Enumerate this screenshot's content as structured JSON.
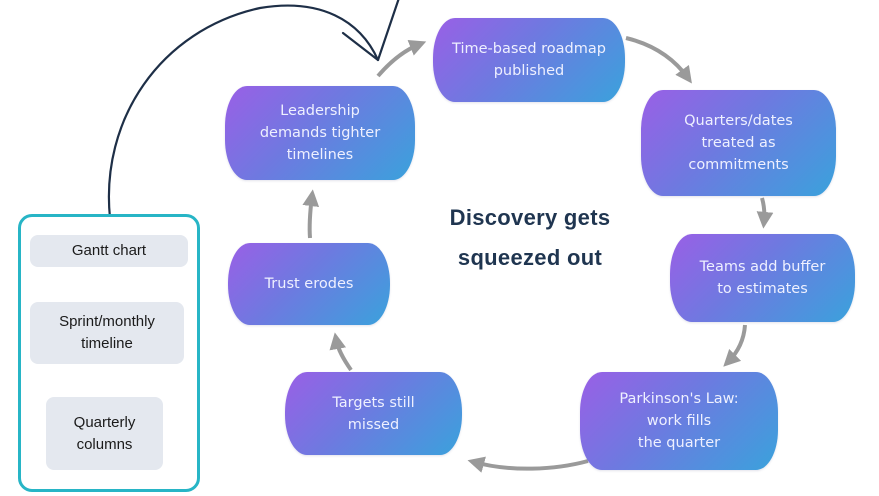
{
  "diagram": {
    "title": "Discovery gets\nsqueezed out",
    "cycle_steps": [
      {
        "id": "roadmap",
        "label": "Time-based roadmap\npublished"
      },
      {
        "id": "commitments",
        "label": "Quarters/dates\ntreated as\ncommitments"
      },
      {
        "id": "buffer",
        "label": "Teams add buffer\nto estimates"
      },
      {
        "id": "parkinson",
        "label": "Parkinson's Law:\nwork fills\nthe quarter"
      },
      {
        "id": "missed",
        "label": "Targets still\nmissed"
      },
      {
        "id": "trust",
        "label": "Trust erodes"
      },
      {
        "id": "leadership",
        "label": "Leadership\ndemands tighter\ntimelines"
      }
    ],
    "cycle_direction": "clockwise",
    "roadmap_formats": {
      "items": [
        "Gantt chart",
        "Sprint/monthly\ntimeline",
        "Quarterly\ncolumns"
      ],
      "points_to": "roadmap"
    },
    "colors": {
      "node_gradient_start": "#9a5fe6",
      "node_gradient_end": "#3aa2dc",
      "arrow": "#9a9a9a",
      "title": "#1f3550",
      "panel_border": "#27b5c6",
      "chip_bg": "#e4e8ef",
      "hand_arrow": "#1e2f47"
    }
  }
}
